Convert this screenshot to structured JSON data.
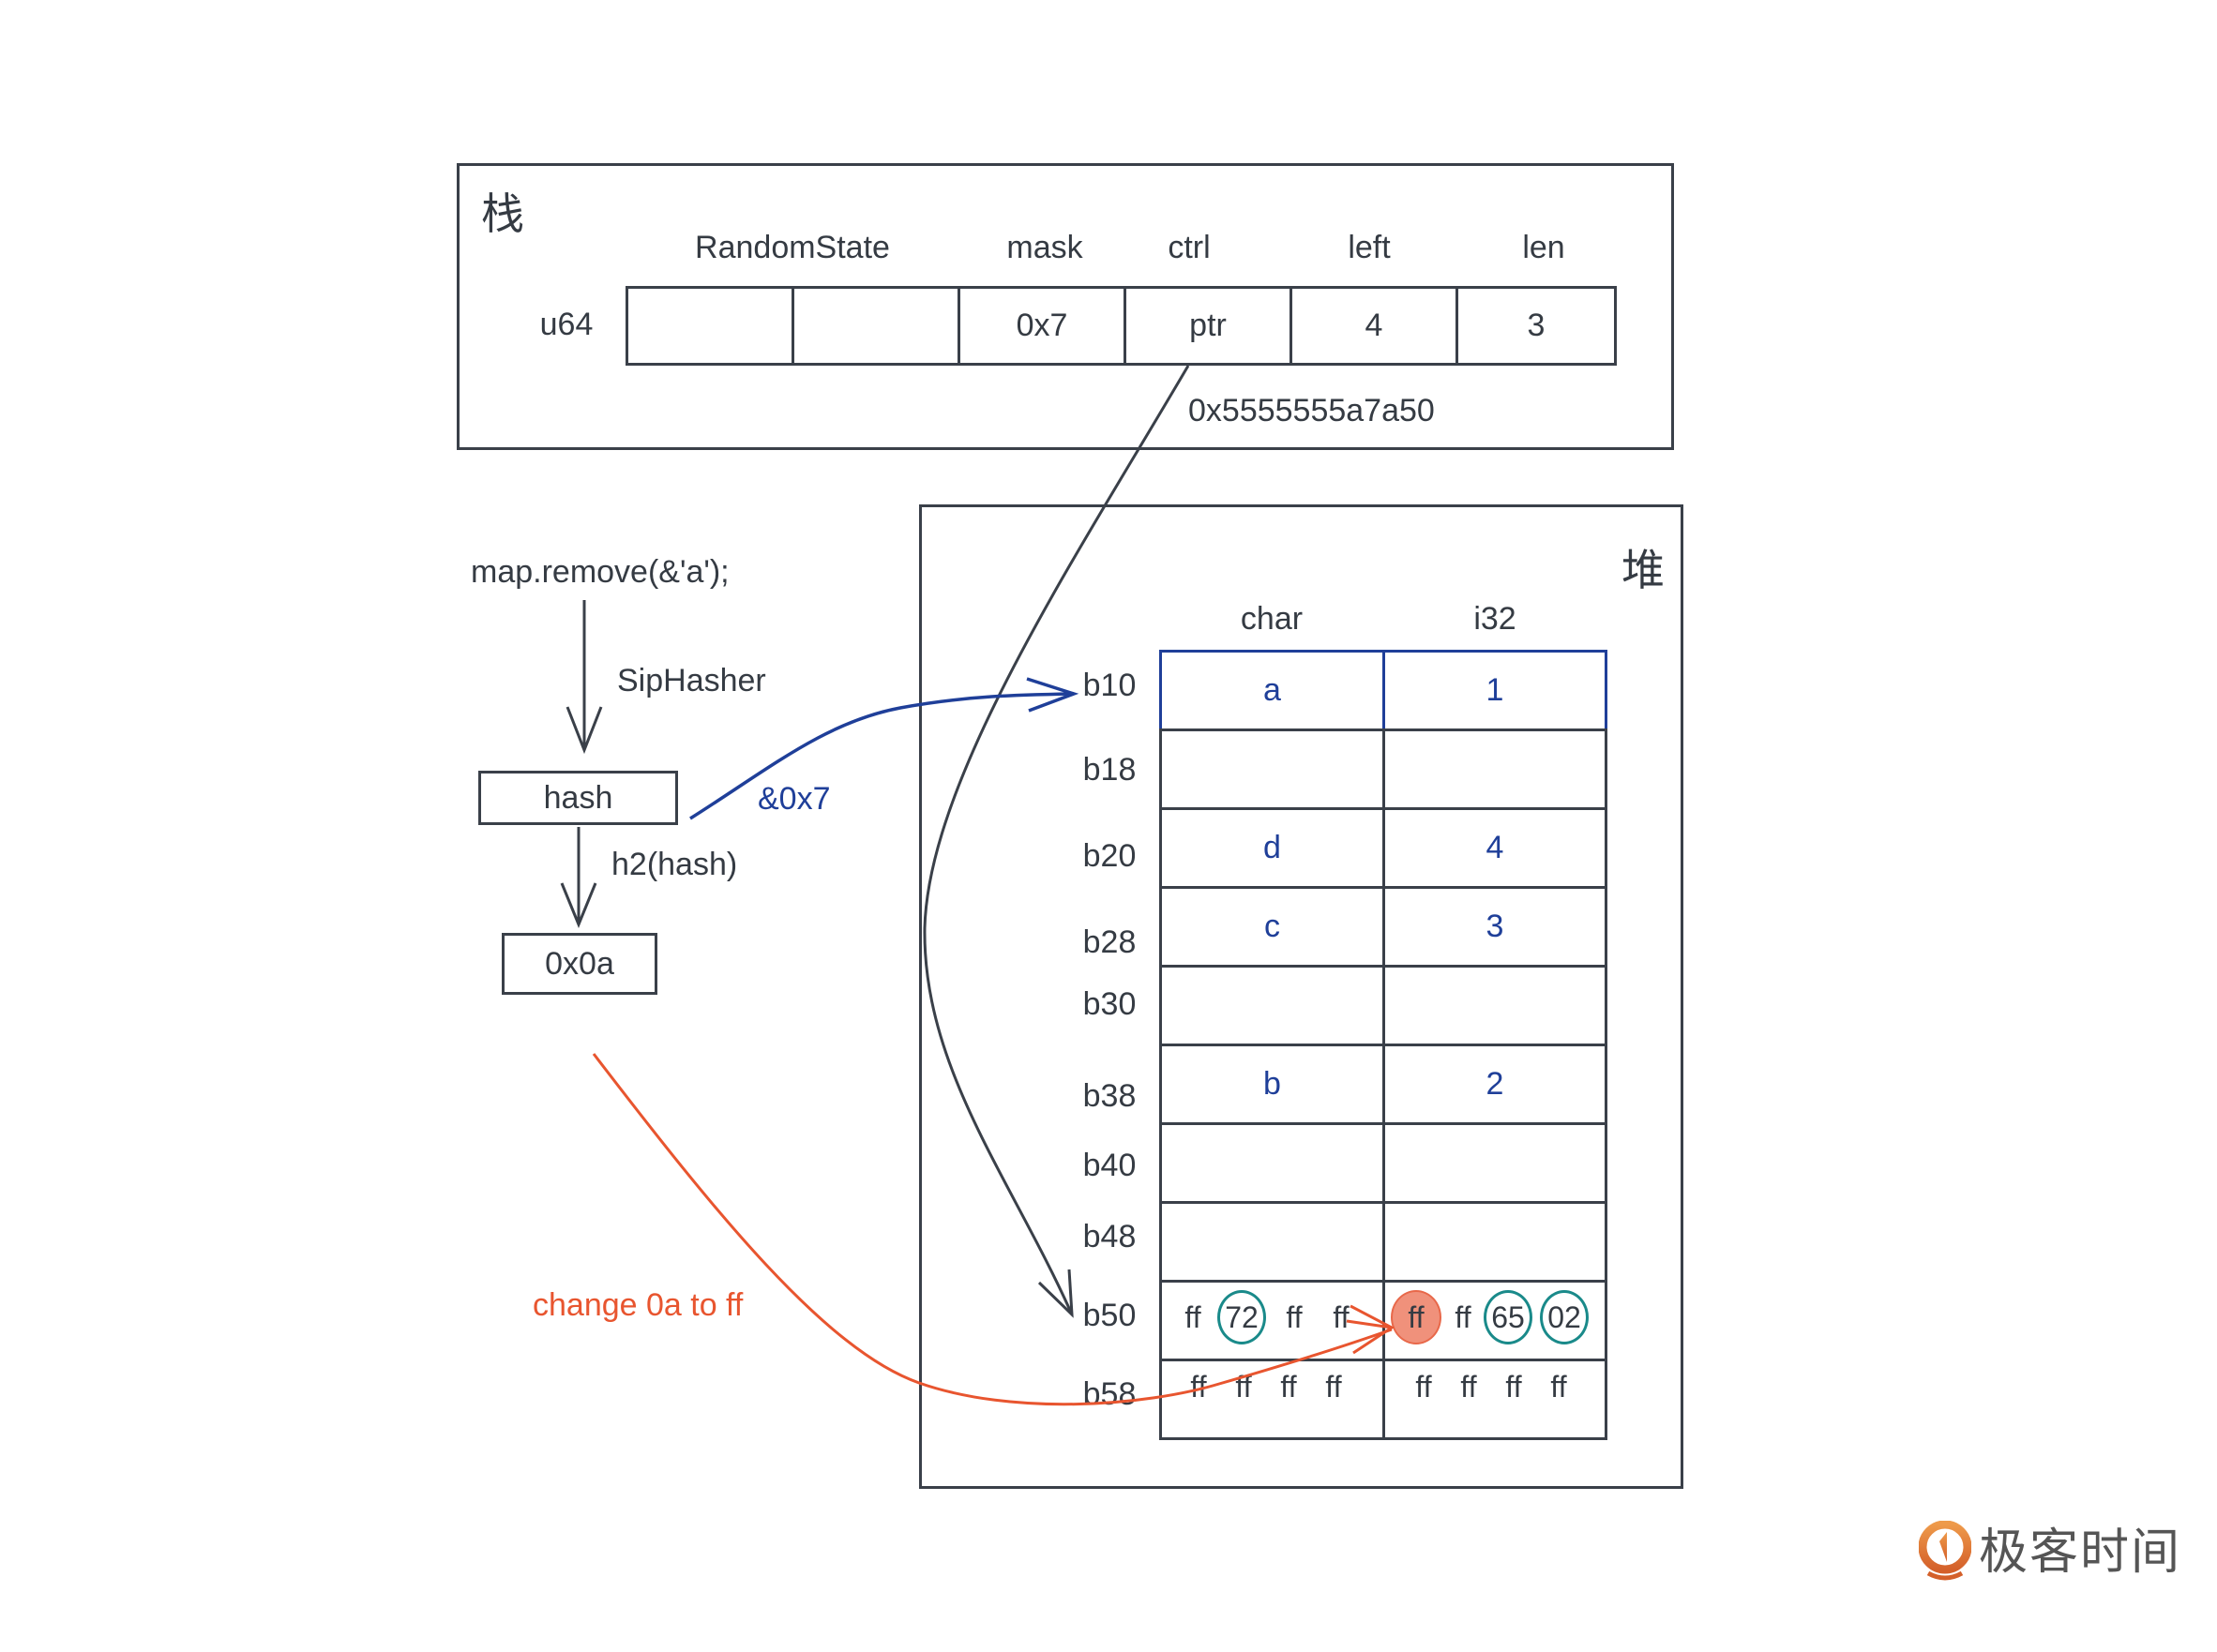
{
  "stack": {
    "title": "栈",
    "row_label": "u64",
    "headers": [
      "RandomState",
      "mask",
      "ctrl",
      "left",
      "len"
    ],
    "cells": [
      "",
      "",
      "0x7",
      "ptr",
      "4",
      "3"
    ],
    "ptr_address": "0x5555555a7a50"
  },
  "flow": {
    "call": "map.remove(&'a');",
    "step1_label": "SipHasher",
    "hash_box": "hash",
    "step2_label": "h2(hash)",
    "h2_box": "0x0a",
    "mask_label": "&0x7",
    "change_label": "change 0a to ff"
  },
  "heap": {
    "title": "堆",
    "col_headers": [
      "char",
      "i32"
    ],
    "rows": [
      {
        "addr": "b10",
        "char": "a",
        "i32": "1",
        "highlight": true
      },
      {
        "addr": "b18",
        "char": "",
        "i32": ""
      },
      {
        "addr": "b20",
        "char": "d",
        "i32": "4"
      },
      {
        "addr": "b28",
        "char": "c",
        "i32": "3"
      },
      {
        "addr": "b30",
        "char": "",
        "i32": ""
      },
      {
        "addr": "b38",
        "char": "b",
        "i32": "2"
      },
      {
        "addr": "b40",
        "char": "",
        "i32": ""
      },
      {
        "addr": "b48",
        "char": "",
        "i32": ""
      }
    ],
    "ctrl_rows": [
      {
        "addr": "b50",
        "left": [
          {
            "v": "ff"
          },
          {
            "v": "72",
            "ring": true
          },
          {
            "v": "ff"
          },
          {
            "v": "ff"
          }
        ],
        "right": [
          {
            "v": "ff",
            "changed": true
          },
          {
            "v": "ff"
          },
          {
            "v": "65",
            "ring": true
          },
          {
            "v": "02",
            "ring": true
          }
        ]
      },
      {
        "addr": "b58",
        "left": [
          {
            "v": "ff"
          },
          {
            "v": "ff"
          },
          {
            "v": "ff"
          },
          {
            "v": "ff"
          }
        ],
        "right": [
          {
            "v": "ff"
          },
          {
            "v": "ff"
          },
          {
            "v": "ff"
          },
          {
            "v": "ff"
          }
        ]
      }
    ]
  },
  "colors": {
    "line": "#3a4049",
    "blue": "#1f3f99",
    "red": "#e8552f",
    "teal": "#1a8a8a",
    "changed_fill": "#f0917b",
    "logo": "#e07a2e"
  },
  "logo": {
    "text": "极客时间"
  }
}
